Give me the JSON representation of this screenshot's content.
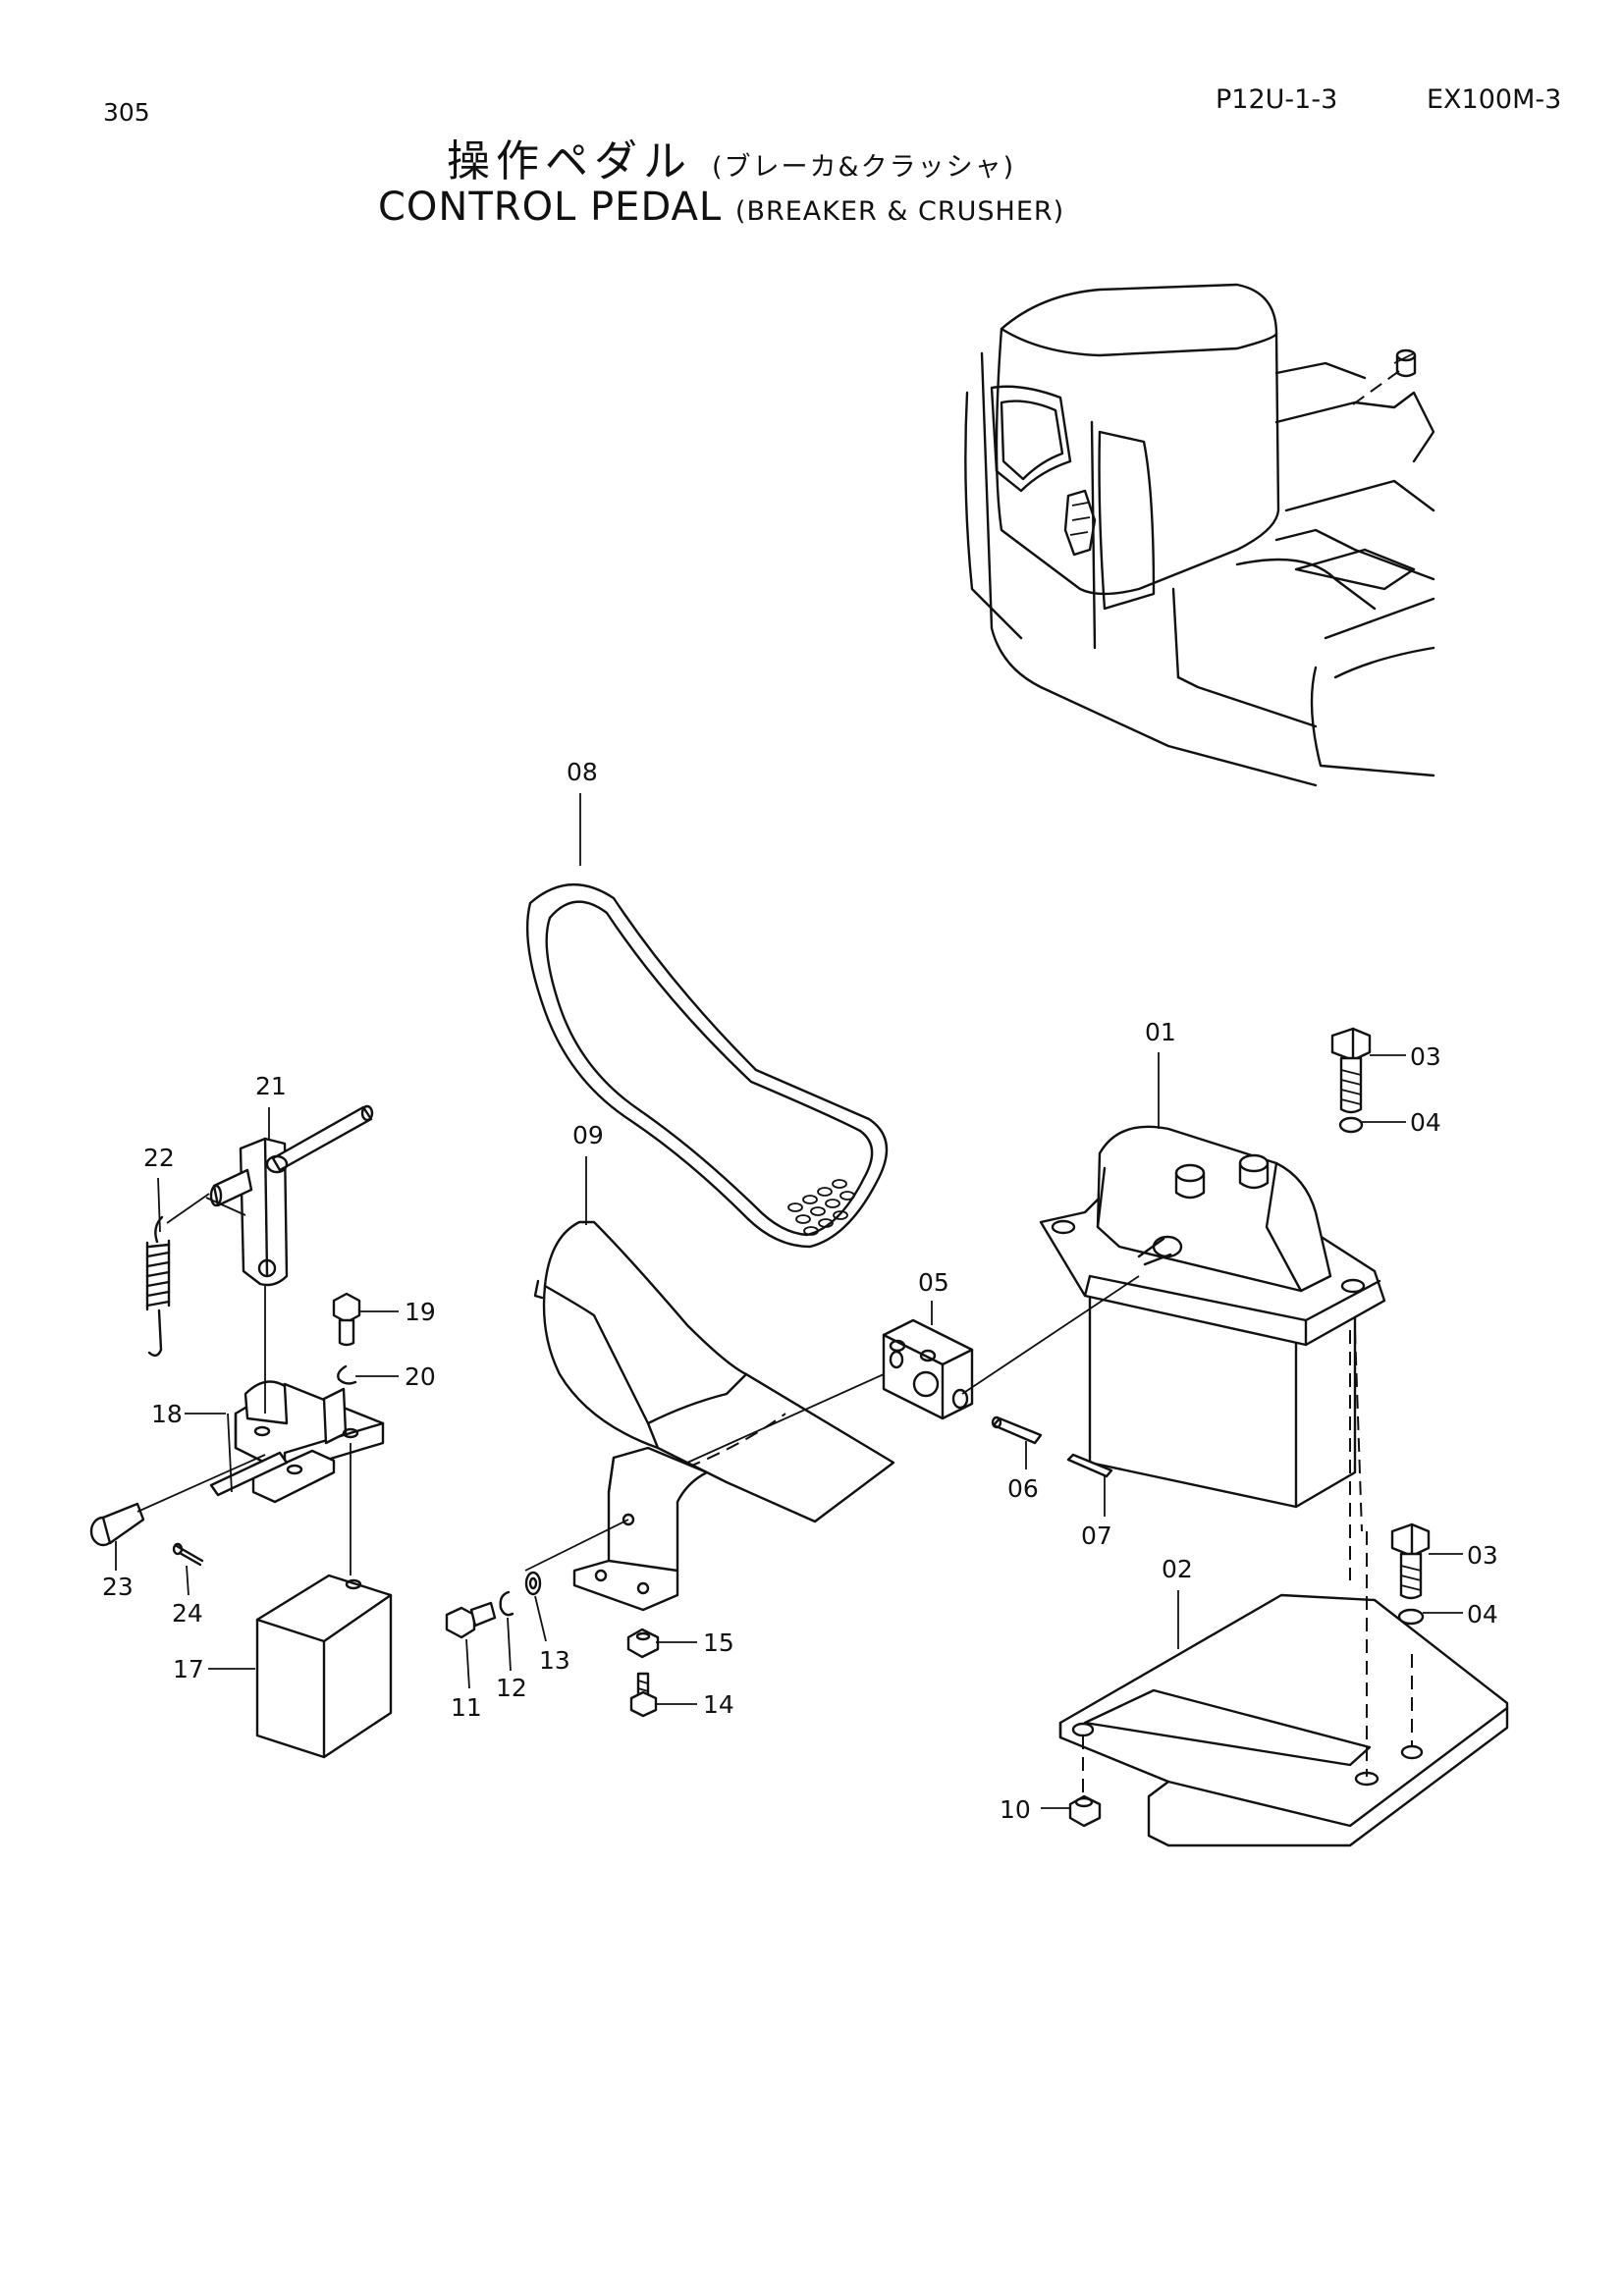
{
  "header": {
    "page_number": "305",
    "part_code": "P12U-1-3",
    "model": "EX100M-3",
    "title_jp": "操作ペダル",
    "title_jp_sub": "(ブレーカ&クラッシャ)",
    "title_en": "CONTROL PEDAL",
    "title_en_sub": "(BREAKER & CRUSHER)"
  },
  "callouts": {
    "p01": "01",
    "p02": "02",
    "p03a": "03",
    "p03b": "03",
    "p04a": "04",
    "p04b": "04",
    "p05": "05",
    "p06": "06",
    "p07": "07",
    "p08": "08",
    "p09": "09",
    "p10": "10",
    "p11": "11",
    "p12": "12",
    "p13": "13",
    "p14": "14",
    "p15": "15",
    "p17": "17",
    "p18": "18",
    "p19": "19",
    "p20": "20",
    "p21": "21",
    "p22": "22",
    "p23": "23",
    "p24": "24"
  }
}
